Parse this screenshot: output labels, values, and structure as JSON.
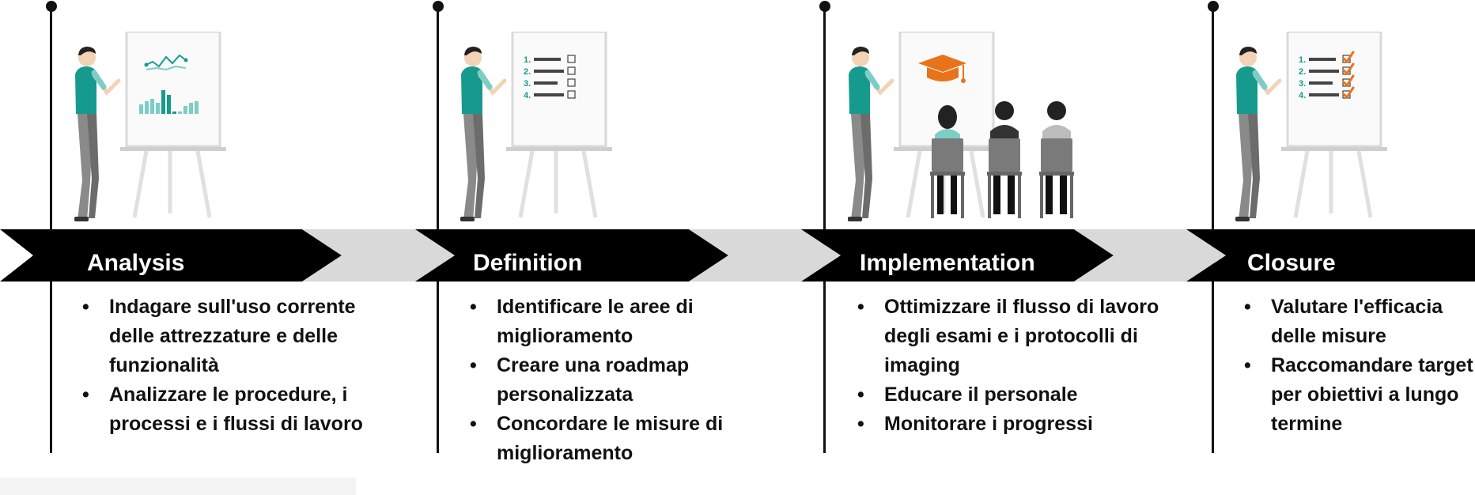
{
  "phases": [
    {
      "title": "Analysis",
      "bullets": [
        "Indagare sull'uso corrente delle attrezzature e delle funzionalità",
        "Analizzare le procedure, i processi e i flussi di lavoro"
      ]
    },
    {
      "title": "Definition",
      "bullets": [
        "Identificare le aree di miglioramento",
        "Creare una roadmap personalizzata",
        "Concordare le misure di miglioramento"
      ]
    },
    {
      "title": "Implementation",
      "bullets": [
        "Ottimizzare il flusso di lavoro degli esami e i protocolli di imaging",
        "Educare il personale",
        "Monitorare i progressi"
      ]
    },
    {
      "title": "Closure",
      "bullets": [
        "Valutare l'efficacia delle misure",
        "Raccomandare target per obiettivi a lungo termine"
      ]
    }
  ],
  "checklist_numbers": [
    "1.",
    "2.",
    "3.",
    "4."
  ],
  "colors": {
    "accent_teal": "#179a8e",
    "light_teal": "#7ccdc6",
    "accent_orange": "#e8731a",
    "arrow_black": "#000000",
    "arrow_grey": "#d9d9d9"
  },
  "icons": [
    "presenter-figure",
    "line-chart-icon",
    "bar-chart-icon",
    "checklist-icon",
    "graduation-cap-icon",
    "audience-figures",
    "checkmark-icon"
  ]
}
